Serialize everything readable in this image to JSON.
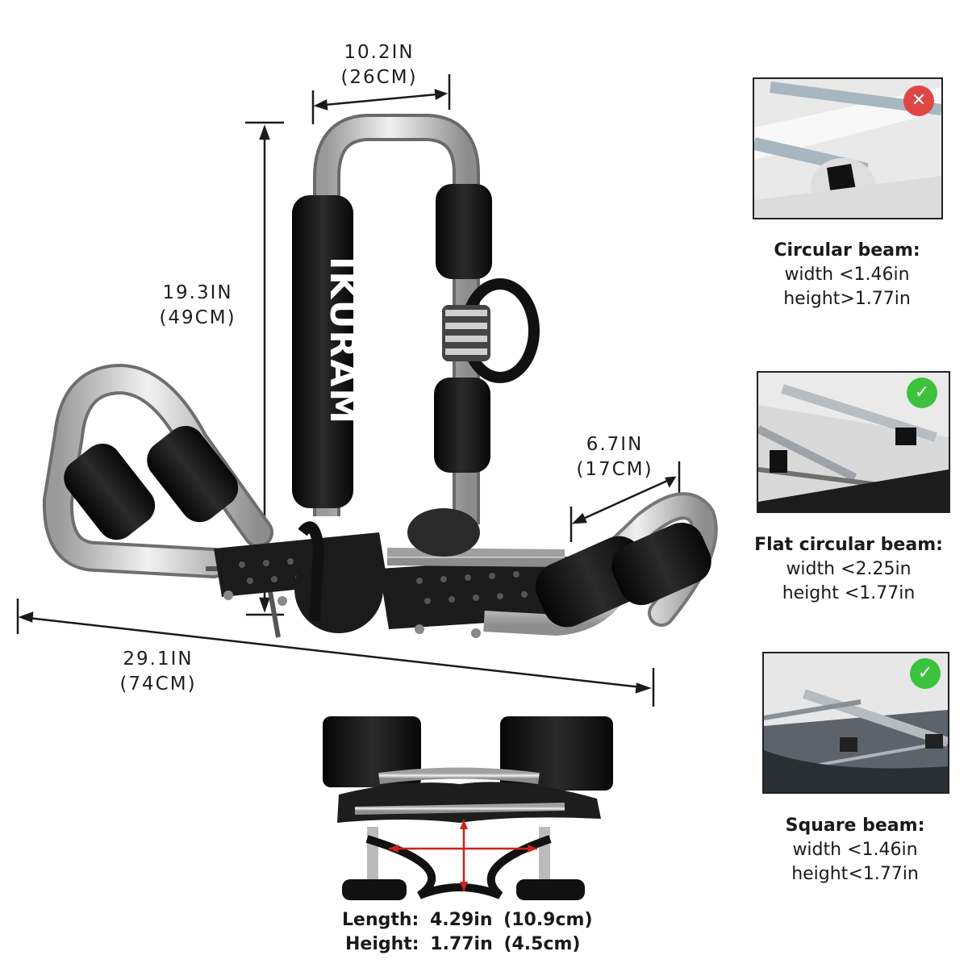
{
  "dimensions": {
    "top_width": {
      "in": "10.2IN",
      "cm": "(26CM)"
    },
    "height": {
      "in": "19.3IN",
      "cm": "(49CM)"
    },
    "cradle_width": {
      "in": "6.7IN",
      "cm": "(17CM)"
    },
    "total_length": {
      "in": "29.1IN",
      "cm": "(74CM)"
    }
  },
  "brand": "IKURAM",
  "beams": [
    {
      "title": "Circular beam:",
      "width": "width <1.46in",
      "height": "height>1.77in",
      "compatible": false,
      "status_icon": "x-icon",
      "status_color": "#e04545"
    },
    {
      "title": "Flat circular beam:",
      "width": "width <2.25in",
      "height": "height <1.77in",
      "compatible": true,
      "status_icon": "check-icon",
      "status_color": "#3cc23c"
    },
    {
      "title": "Square beam:",
      "width": "width <1.46in",
      "height": "height<1.77in",
      "compatible": true,
      "status_icon": "check-icon",
      "status_color": "#3cc23c"
    }
  ],
  "clamp": {
    "length_label": "Length:",
    "length_in": "4.29in",
    "length_cm": "(10.9cm)",
    "height_label": "Height:",
    "height_in": "1.77in",
    "height_cm": "(4.5cm)"
  },
  "colors": {
    "ok": "#3cc23c",
    "bad": "#e04545",
    "measure": "#d02020"
  }
}
